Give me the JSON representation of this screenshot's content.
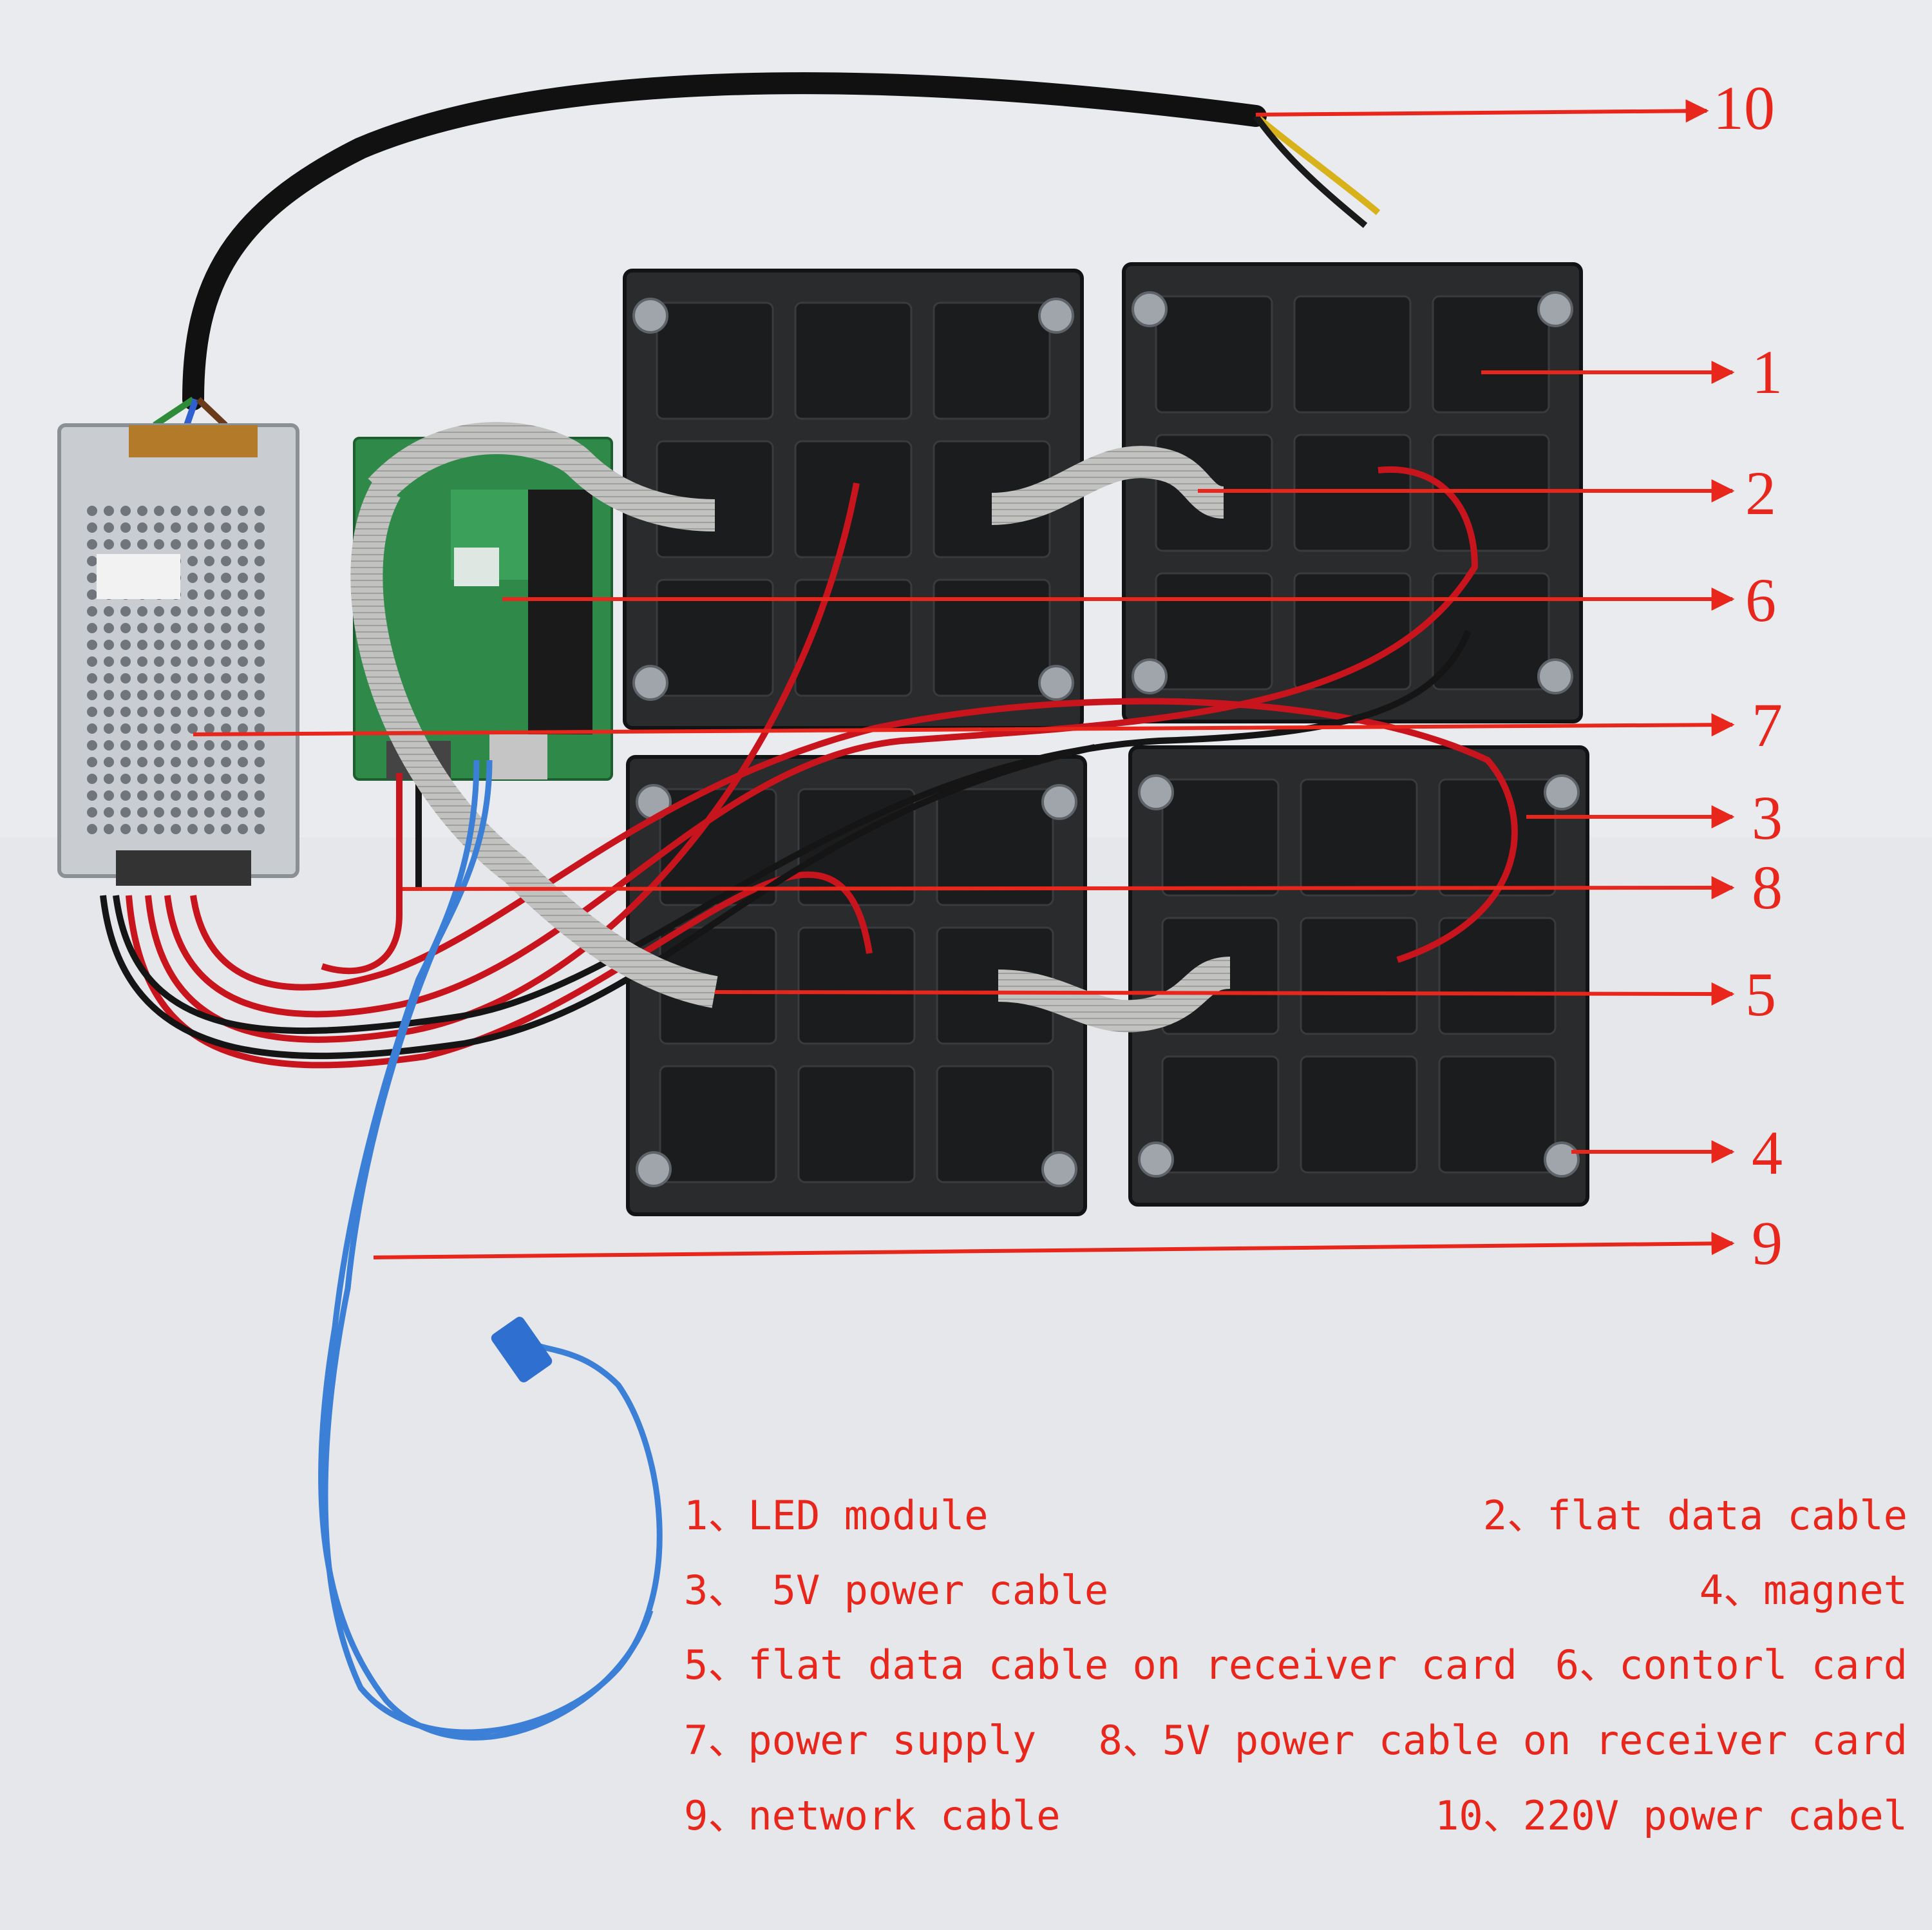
{
  "colors": {
    "background": "#e9ebee",
    "annotation": "#e8261c",
    "panel": "#2a2b2d",
    "panel_tile": "#1b1c1e",
    "magnet": "#9fa5ab",
    "flat_cable": "#b9b9b7",
    "red_wire": "#c8141c",
    "black_wire": "#151515",
    "network_cable": "#3b7fd6",
    "receiver_card": "#2f8a4a",
    "power_supply": "#c9cdd1"
  },
  "callouts": [
    {
      "id": "1",
      "label": "1"
    },
    {
      "id": "2",
      "label": "2"
    },
    {
      "id": "6",
      "label": "6"
    },
    {
      "id": "7",
      "label": "7"
    },
    {
      "id": "3",
      "label": "3"
    },
    {
      "id": "8",
      "label": "8"
    },
    {
      "id": "5",
      "label": "5"
    },
    {
      "id": "4",
      "label": "4"
    },
    {
      "id": "9",
      "label": "9"
    },
    {
      "id": "10",
      "label": "10"
    }
  ],
  "legend": [
    {
      "text": "1、LED module"
    },
    {
      "text": "2、flat data cable"
    },
    {
      "text": "3、 5V power cable"
    },
    {
      "text": "4、magnet"
    },
    {
      "text": "5、flat data cable on receiver card"
    },
    {
      "text": "6、contorl card"
    },
    {
      "text": "7、power supply"
    },
    {
      "text": "8、5V power cable on receiver card"
    },
    {
      "text": "9、network cable"
    },
    {
      "text": "10、220V power cabel"
    }
  ]
}
